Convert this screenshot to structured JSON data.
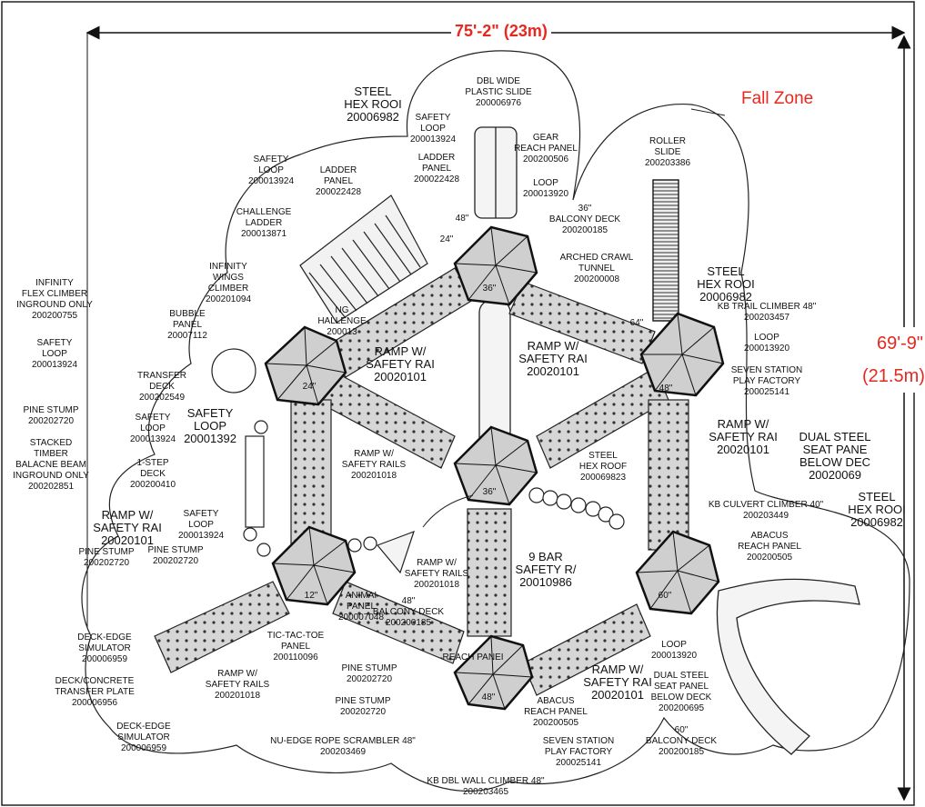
{
  "dimensions": {
    "width_label": "75'-2\" (23m)",
    "height_label_ft": "69'-9\"",
    "height_label_m": "(21.5m)"
  },
  "fall_zone_label": "Fall Zone",
  "colors": {
    "dimension": "#e8271e",
    "line": "#1a1a1a",
    "deck": "#2a2a2a",
    "panel": "#d9d9d9"
  },
  "deck_sizes": [
    "48\"",
    "36\"",
    "64\"",
    "48\"",
    "24\"",
    "36\"",
    "12\"",
    "60\"",
    "48\"",
    "24\""
  ],
  "callouts": [
    {
      "id": "dbl-wide-slide",
      "text": "DBL WIDE\nPLASTIC SLIDE\n200006976"
    },
    {
      "id": "steel-hex-roof-top",
      "text": "STEEL\nHEX ROOI\n20006982"
    },
    {
      "id": "safety-loop-top",
      "text": "SAFETY\nLOOP\n200013924"
    },
    {
      "id": "ladder-panel-mid",
      "text": "LADDER\nPANEL\n200022428"
    },
    {
      "id": "gear-reach-panel",
      "text": "GEAR\nREACH PANEL\n200200506"
    },
    {
      "id": "loop-top-right",
      "text": "LOOP\n200013920"
    },
    {
      "id": "safety-loop-left",
      "text": "SAFETY\nLOOP\n200013924"
    },
    {
      "id": "ladder-panel-left",
      "text": "LADDER\nPANEL\n200022428"
    },
    {
      "id": "balcony-deck-36",
      "text": "36\"\nBALCONY DECK\n200200185"
    },
    {
      "id": "roller-slide",
      "text": "ROLLER\nSLIDE\n200203386"
    },
    {
      "id": "challenge-ladder",
      "text": "CHALLENGE\nLADDER\n200013871"
    },
    {
      "id": "arched-crawl-tunnel",
      "text": "ARCHED CRAWL\nTUNNEL\n200200008"
    },
    {
      "id": "infinity-wings",
      "text": "INFINITY\nWINGS\nCLIMBER\n200201094"
    },
    {
      "id": "steel-hex-roof-right",
      "text": "STEEL\nHEX ROOI\n20006982"
    },
    {
      "id": "kb-trail-climber",
      "text": "KB TRAIL CLIMBER 48\"\n200203457"
    },
    {
      "id": "infinity-flex",
      "text": "INFINITY\nFLEX CLIMBER\nINGROUND ONLY\n200200755"
    },
    {
      "id": "safety-loop-far-left",
      "text": "SAFETY\nLOOP\n200013924"
    },
    {
      "id": "bubble-panel",
      "text": "BUBBLE\nPANEL\n20007112"
    },
    {
      "id": "wings-challenge",
      "text": "NG\nHALLENGE\n200013"
    },
    {
      "id": "ramp-top-left",
      "text": "RAMP W/\nSAFETY RAI\n20020101"
    },
    {
      "id": "ramp-top-right",
      "text": "RAMP W/\nSAFETY RAI\n20020101"
    },
    {
      "id": "loop-right",
      "text": "LOOP\n200013920"
    },
    {
      "id": "seven-station-right",
      "text": "SEVEN STATION\nPLAY FACTORY\n200025141"
    },
    {
      "id": "transfer-deck",
      "text": "TRANSFER\nDECK\n200202549"
    },
    {
      "id": "pine-stump-left",
      "text": "PINE STUMP\n200202720"
    },
    {
      "id": "safety-loop-small",
      "text": "SAFETY\nLOOP\n200013924"
    },
    {
      "id": "safety-loop-large",
      "text": "SAFETY\nLOOP\n20001392"
    },
    {
      "id": "stacked-timber",
      "text": "STACKED\nTIMBER\nBALACNE BEAM\nINGROUND ONLY\n200202851"
    },
    {
      "id": "ramp-right",
      "text": "RAMP W/\nSAFETY RAI\n20020101"
    },
    {
      "id": "dual-steel-seat-right",
      "text": "DUAL STEEL\nSEAT PANE\nBELOW DEC\n20020069"
    },
    {
      "id": "steel-hex-roof-center",
      "text": "STEEL\nHEX ROOF\n200069823"
    },
    {
      "id": "one-step-deck",
      "text": "1-STEP\nDECK\n200200410"
    },
    {
      "id": "ramp-center-left",
      "text": "RAMP W/\nSAFETY RAILS\n200201018"
    },
    {
      "id": "steel-hex-roof-far-right",
      "text": "STEEL\nHEX ROOI\n20006982"
    },
    {
      "id": "kb-culvert-climber",
      "text": "KB CULVERT CLIMBER 40\"\n200203449"
    },
    {
      "id": "abacus-right",
      "text": "ABACUS\nREACH PANEL\n200200505"
    },
    {
      "id": "ramp-left",
      "text": "RAMP W/\nSAFETY RAI\n20020101"
    },
    {
      "id": "safety-loop-low",
      "text": "SAFETY\nLOOP\n200013924"
    },
    {
      "id": "pine-stump-a",
      "text": "PINE STUMP\n200202720"
    },
    {
      "id": "pine-stump-b",
      "text": "PINE STUMP\n200202720"
    },
    {
      "id": "nine-bar",
      "text": "9 BAR\nSAFETY R/\n20010986"
    },
    {
      "id": "ramp-center",
      "text": "RAMP W/\nSAFETY RAILS\n200201018"
    },
    {
      "id": "animal-panel",
      "text": "ANIMAI\nPANEL\n200007048"
    },
    {
      "id": "balcony-deck-48",
      "text": "48\"\nBALCONY DECK\n200200185"
    },
    {
      "id": "deck-edge-top",
      "text": "DECK-EDGE\nSIMULATOR\n200006959"
    },
    {
      "id": "tic-tac-toe",
      "text": "TIC-TAC-TOE\nPANEL\n200110096"
    },
    {
      "id": "reach-panel",
      "text": "REACH PANEI"
    },
    {
      "id": "loop-bottom-right",
      "text": "LOOP\n200013920"
    },
    {
      "id": "deck-concrete",
      "text": "DECK/CONCRETE\nTRANSFER PLATE\n200006956"
    },
    {
      "id": "ramp-bottom-left",
      "text": "RAMP W/\nSAFETY RAILS\n200201018"
    },
    {
      "id": "pine-stump-c",
      "text": "PINE STUMP\n200202720"
    },
    {
      "id": "ramp-bottom-right",
      "text": "RAMP W/\nSAFETY RAI\n20020101"
    },
    {
      "id": "dual-steel-seat-bottom",
      "text": "DUAL STEEL\nSEAT PANEL\nBELOW DECK\n200200695"
    },
    {
      "id": "pine-stump-d",
      "text": "PINE STUMP\n200202720"
    },
    {
      "id": "abacus-bottom",
      "text": "ABACUS\nREACH PANEL\n200200505"
    },
    {
      "id": "balcony-deck-60",
      "text": "60\"\nBALCONY DECK\n200200185"
    },
    {
      "id": "deck-edge-bottom",
      "text": "DECK-EDGE\nSIMULATOR\n200006959"
    },
    {
      "id": "nu-edge-rope",
      "text": "NU-EDGE ROPE SCRAMBLER 48\"\n200203469"
    },
    {
      "id": "seven-station-bottom",
      "text": "SEVEN STATION\nPLAY FACTORY\n200025141"
    },
    {
      "id": "kb-dbl-wall",
      "text": "KB DBL WALL CLIMBER 48\"\n200203465"
    }
  ]
}
